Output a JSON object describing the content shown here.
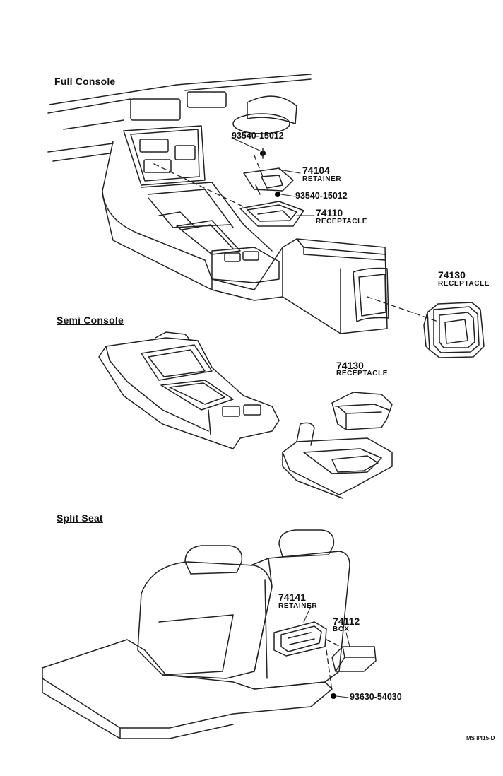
{
  "sections": {
    "full_console": "Full Console",
    "semi_console": "Semi Console",
    "split_seat": "Split Seat"
  },
  "parts": {
    "p74104": {
      "number": "74104",
      "name": "RETAINER"
    },
    "p74110": {
      "number": "74110",
      "name": "RECEPTACLE"
    },
    "p74130a": {
      "number": "74130",
      "name": "RECEPTACLE"
    },
    "p74130b": {
      "number": "74130",
      "name": "RECEPTACLE"
    },
    "p74141": {
      "number": "74141",
      "name": "RETAINER"
    },
    "p74112": {
      "number": "74112",
      "name": "BOX"
    }
  },
  "bolts": {
    "b1": "93540-15012",
    "b2": "93540-15012",
    "b3": "93630-54030"
  },
  "footer": "MS 8415-D"
}
